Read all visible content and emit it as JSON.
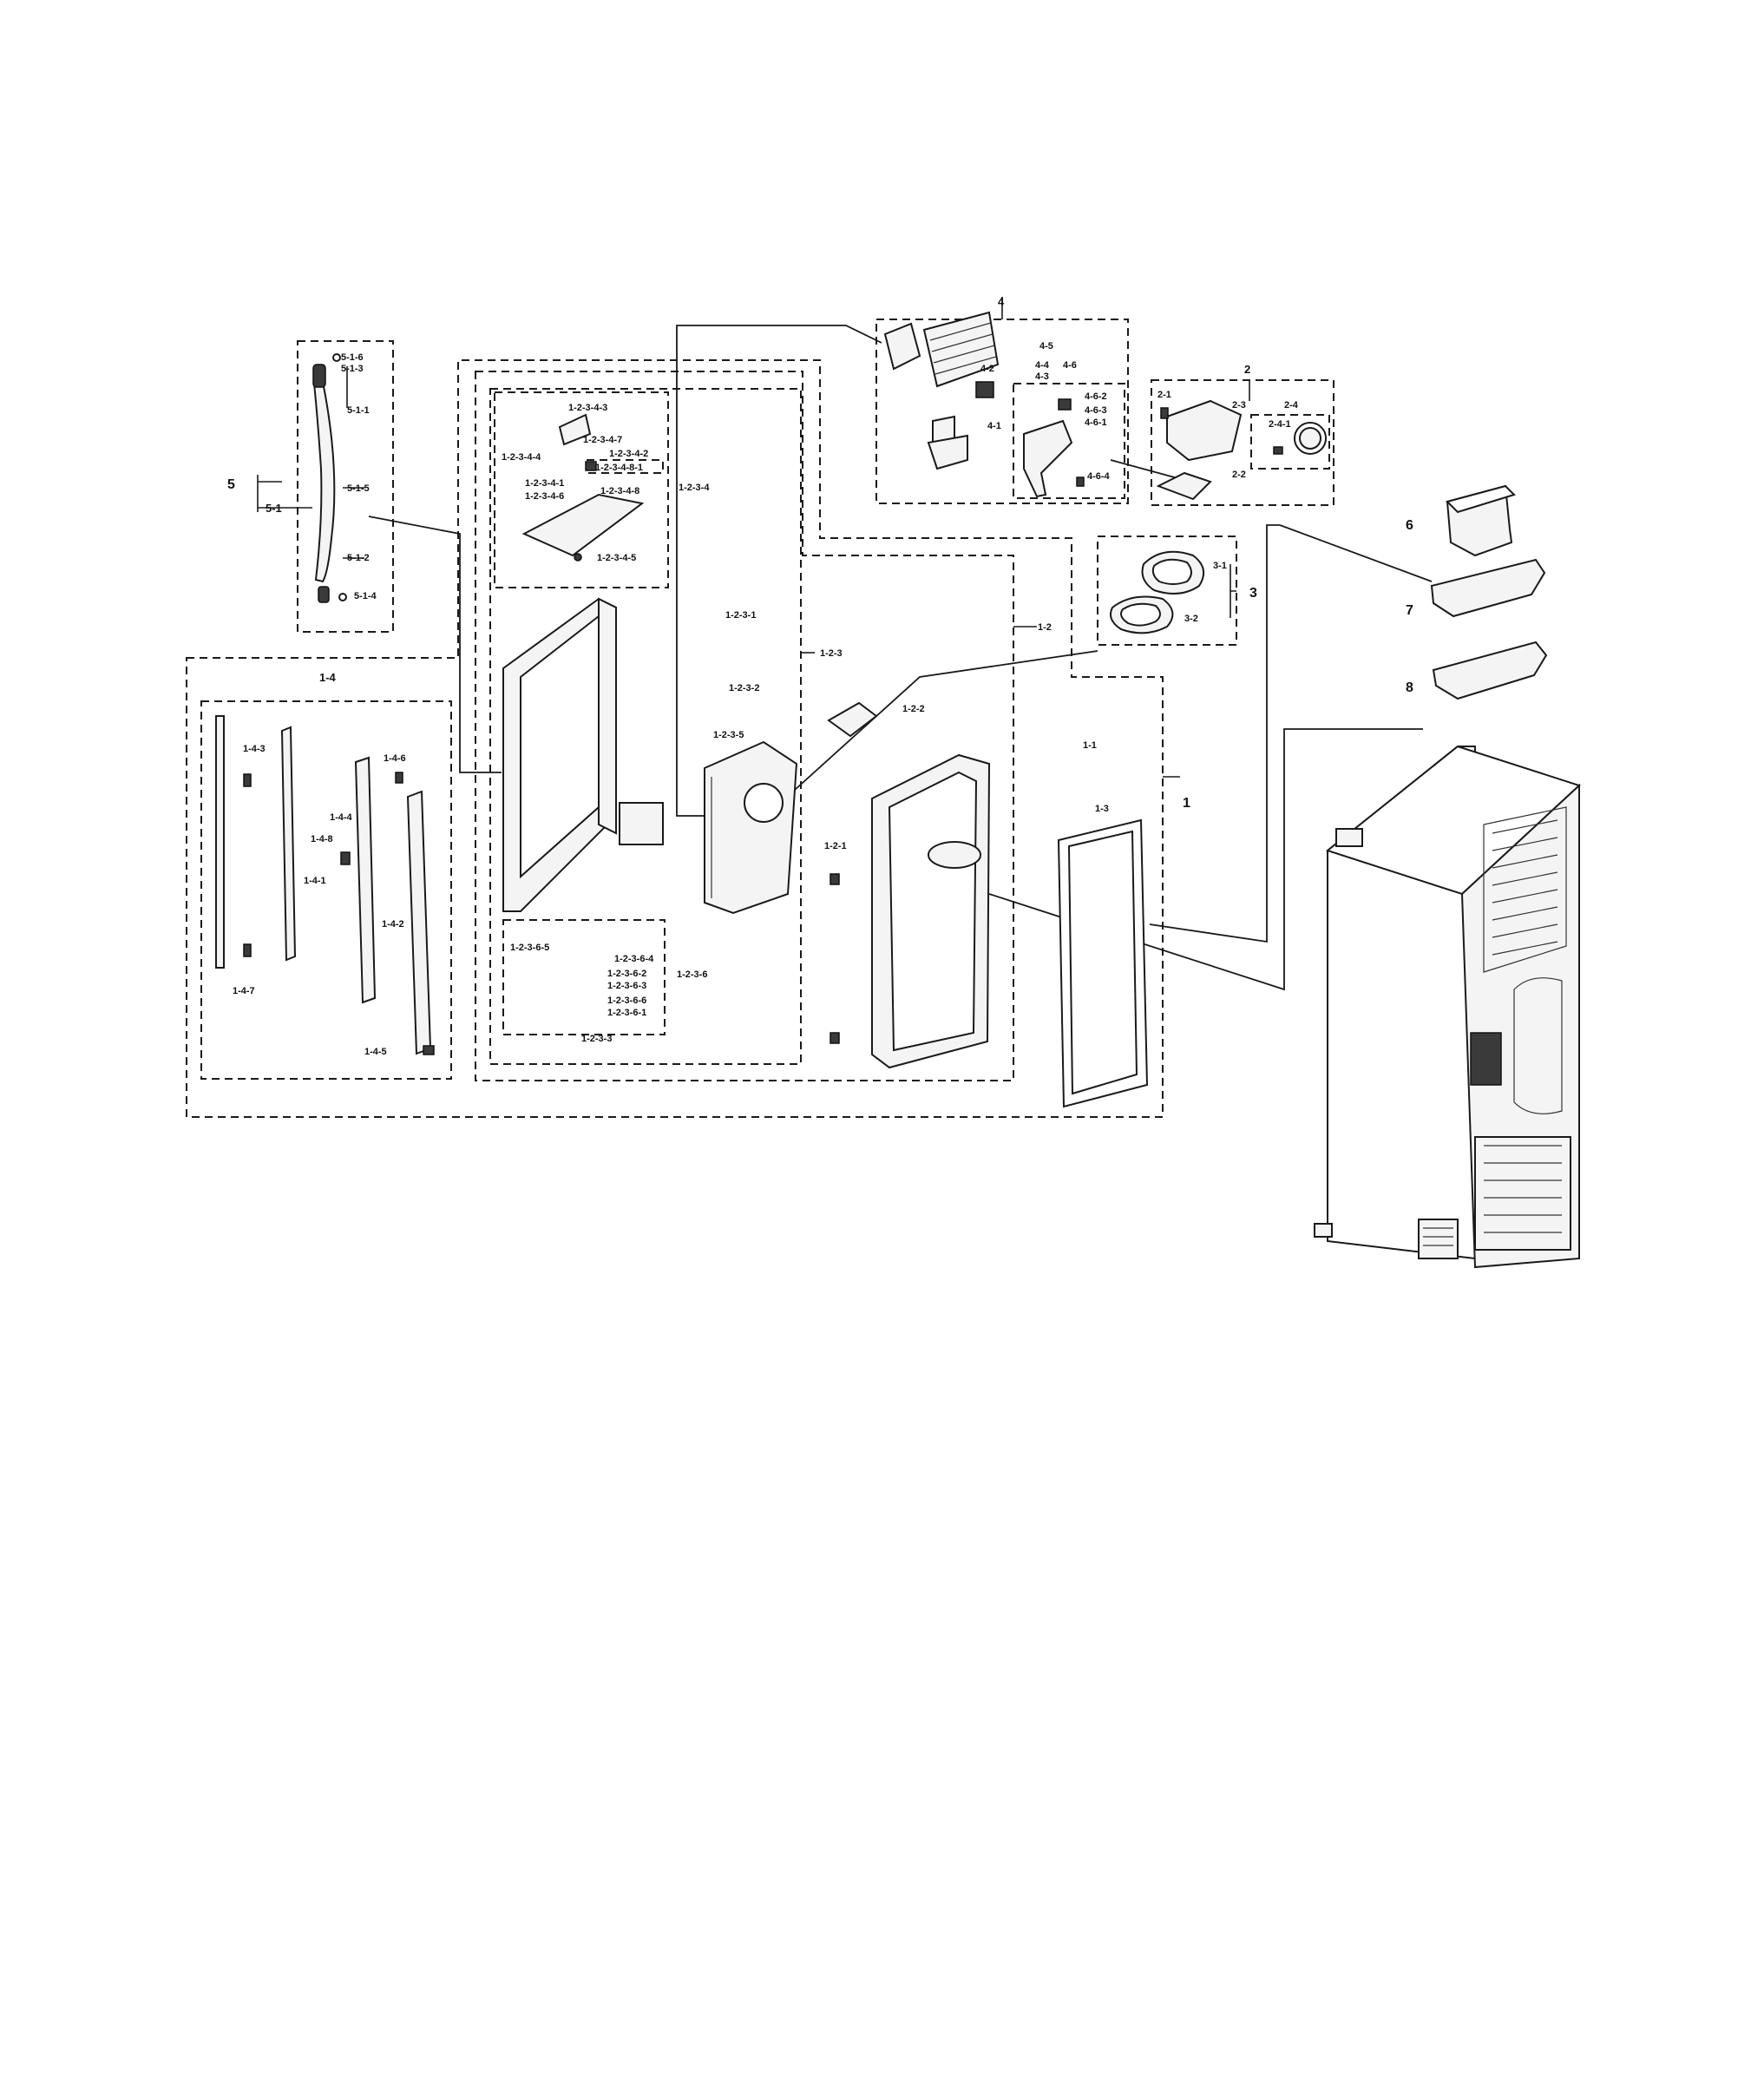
{
  "labels": {
    "g1": "1",
    "g1_1": "1-1",
    "g1_2": "1-2",
    "g1_3": "1-3",
    "g1_4": "1-4",
    "g1_2_1": "1-2-1",
    "g1_2_2": "1-2-2",
    "g1_2_3": "1-2-3",
    "g1_2_3_1": "1-2-3-1",
    "g1_2_3_2": "1-2-3-2",
    "g1_2_3_3": "1-2-3-3",
    "g1_2_3_4": "1-2-3-4",
    "g1_2_3_5": "1-2-3-5",
    "g1_2_3_6": "1-2-3-6",
    "g1_2_3_4_1": "1-2-3-4-1",
    "g1_2_3_4_2": "1-2-3-4-2",
    "g1_2_3_4_3": "1-2-3-4-3",
    "g1_2_3_4_4": "1-2-3-4-4",
    "g1_2_3_4_5": "1-2-3-4-5",
    "g1_2_3_4_6": "1-2-3-4-6",
    "g1_2_3_4_7": "1-2-3-4-7",
    "g1_2_3_4_8": "1-2-3-4-8",
    "g1_2_3_4_8_1": "1-2-3-4-8-1",
    "g1_2_3_6_1": "1-2-3-6-1",
    "g1_2_3_6_2": "1-2-3-6-2",
    "g1_2_3_6_3": "1-2-3-6-3",
    "g1_2_3_6_4": "1-2-3-6-4",
    "g1_2_3_6_5": "1-2-3-6-5",
    "g1_2_3_6_6": "1-2-3-6-6",
    "g1_4_1": "1-4-1",
    "g1_4_2": "1-4-2",
    "g1_4_3": "1-4-3",
    "g1_4_4": "1-4-4",
    "g1_4_5": "1-4-5",
    "g1_4_6": "1-4-6",
    "g1_4_7": "1-4-7",
    "g1_4_8": "1-4-8",
    "g2": "2",
    "g2_1": "2-1",
    "g2_2": "2-2",
    "g2_3": "2-3",
    "g2_4": "2-4",
    "g2_4_1": "2-4-1",
    "g3": "3",
    "g3_1": "3-1",
    "g3_2": "3-2",
    "g4": "4",
    "g4_1": "4-1",
    "g4_2": "4-2",
    "g4_3": "4-3",
    "g4_4": "4-4",
    "g4_5": "4-5",
    "g4_6": "4-6",
    "g4_6_1": "4-6-1",
    "g4_6_2": "4-6-2",
    "g4_6_3": "4-6-3",
    "g4_6_4": "4-6-4",
    "g5": "5",
    "g5_1": "5-1",
    "g5_1_1": "5-1-1",
    "g5_1_2": "5-1-2",
    "g5_1_3": "5-1-3",
    "g5_1_4": "5-1-4",
    "g5_1_5": "5-1-5",
    "g5_1_6": "5-1-6",
    "g6": "6",
    "g7": "7",
    "g8": "8"
  }
}
